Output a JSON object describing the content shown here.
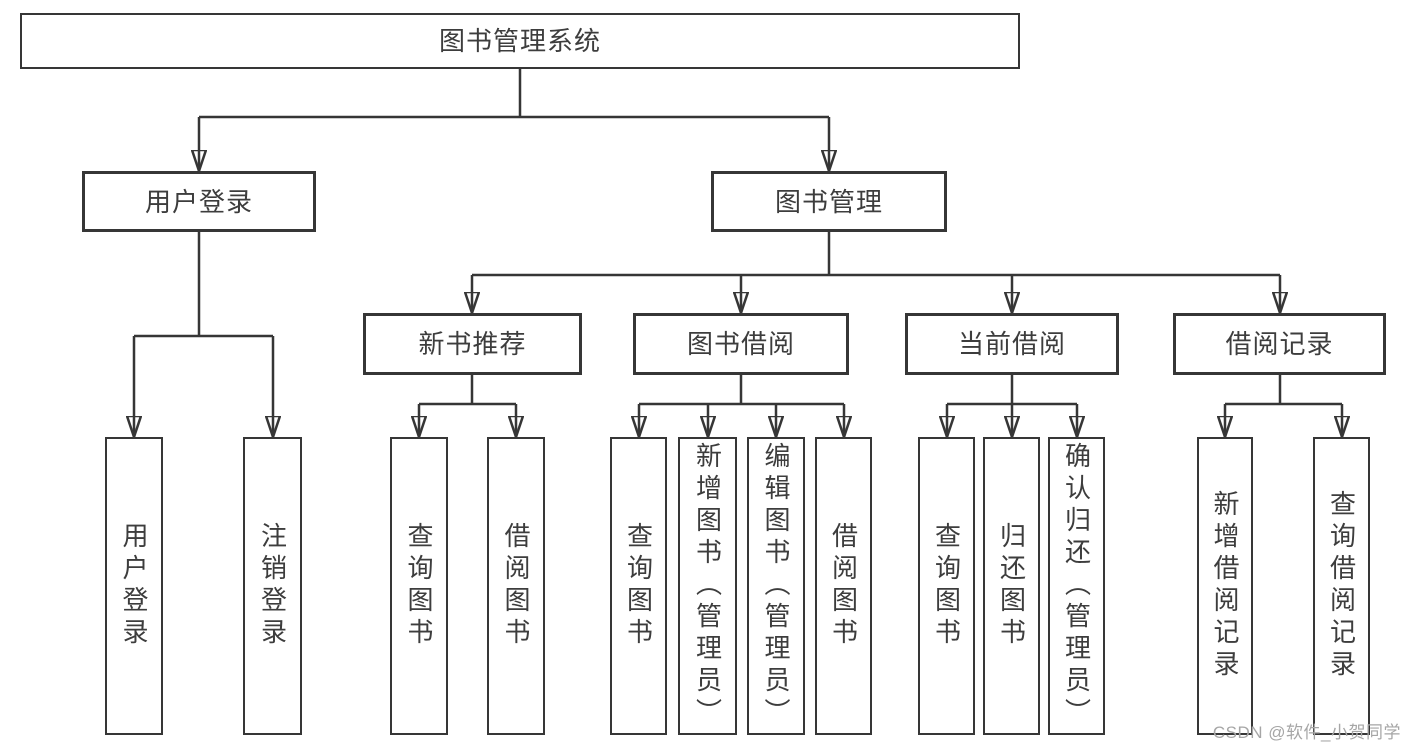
{
  "tree": {
    "label": "图书管理系统",
    "children": [
      {
        "label": "用户登录",
        "children": [
          {
            "label": "用户登录"
          },
          {
            "label": "注销登录"
          }
        ]
      },
      {
        "label": "图书管理",
        "children": [
          {
            "label": "新书推荐",
            "children": [
              {
                "label": "查询图书"
              },
              {
                "label": "借阅图书"
              }
            ]
          },
          {
            "label": "图书借阅",
            "children": [
              {
                "label": "查询图书"
              },
              {
                "label": "新增图书（管理员）"
              },
              {
                "label": "编辑图书（管理员）"
              },
              {
                "label": "借阅图书"
              }
            ]
          },
          {
            "label": "当前借阅",
            "children": [
              {
                "label": "查询图书"
              },
              {
                "label": "归还图书"
              },
              {
                "label": "确认归还（管理员）"
              }
            ]
          },
          {
            "label": "借阅记录",
            "children": [
              {
                "label": "新增借阅记录"
              },
              {
                "label": "查询借阅记录"
              }
            ]
          }
        ]
      }
    ]
  },
  "watermark": "CSDN @软件_小贺同学",
  "colors": {
    "line": "#363636",
    "text": "#3d3d3d",
    "watermark": "#a6a6a6",
    "background": "#ffffff"
  }
}
